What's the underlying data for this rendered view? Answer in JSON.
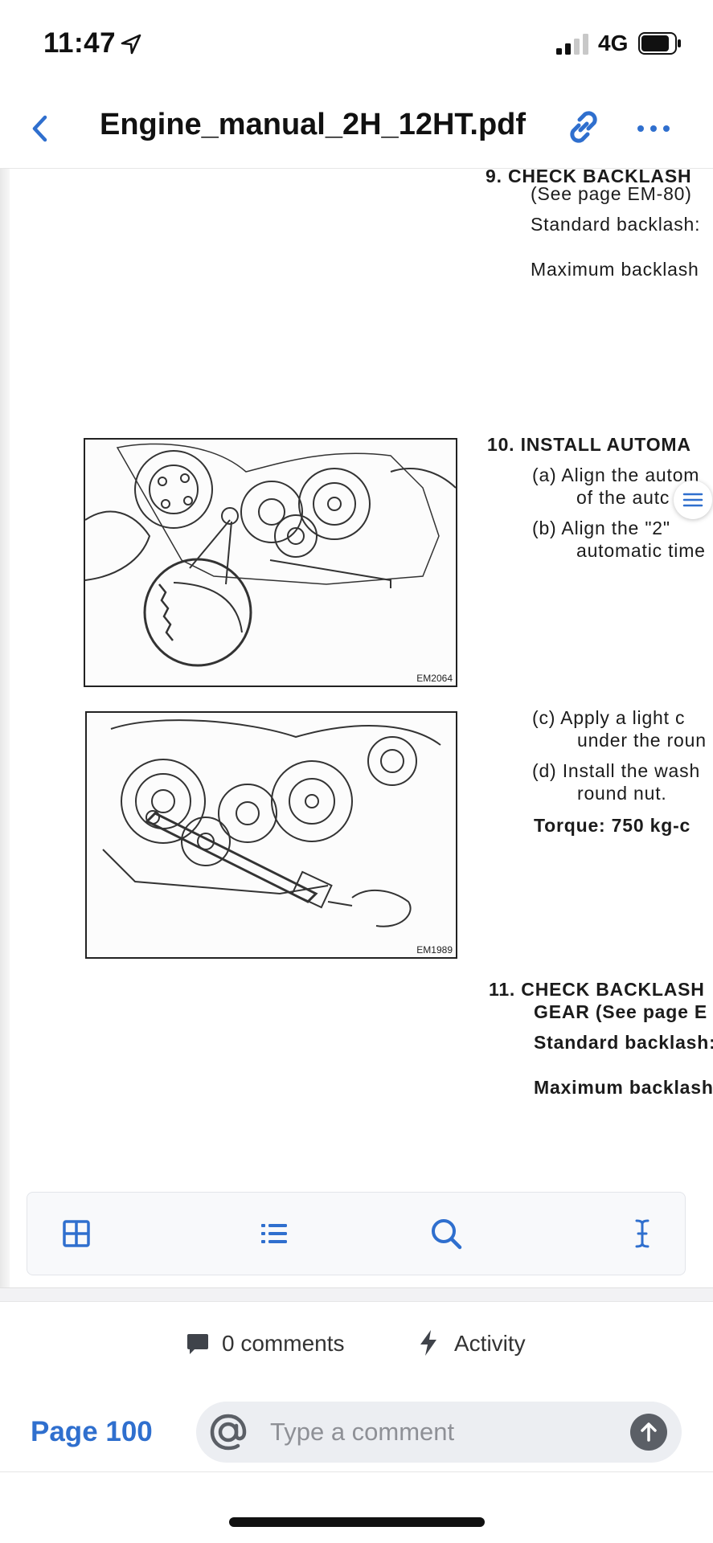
{
  "status_bar": {
    "time": "11:47",
    "network": "4G",
    "icons": [
      "location-arrow-icon",
      "signal-bars-icon",
      "battery-icon"
    ]
  },
  "nav": {
    "title": "Engine_manual_2H_12HT.pdf",
    "icons": [
      "chevron-left-icon",
      "link-icon",
      "more-icon"
    ],
    "accent_color": "#2f6fce"
  },
  "pdf_page": {
    "lines": {
      "l1": "9.   CHECK  BACKLASH",
      "l2": "(See page EM-80)",
      "l3": "Standard backlash:",
      "l4": "Maximum backlash",
      "l5": "10.  INSTALL AUTOMA",
      "l6": "(a)   Align the autom",
      "l7": "of the autc",
      "l8": "(b)   Align  the  \"2\"",
      "l9": "automatic time",
      "l10": "(c)   Apply a light c",
      "l11": "under the roun",
      "l12": "(d)   Install the wash",
      "l13": "round nut.",
      "l14": "Torque:    750 kg-c",
      "l15": "11.  CHECK  BACKLASH",
      "l16": "GEAR (See page E",
      "l17": "Standard backlash:",
      "l18": "Maximum backlash"
    },
    "figures": {
      "fig1_code": "EM2064",
      "fig2_code": "EM1989"
    },
    "outline_icon": "list-lines-icon"
  },
  "viewer_toolbar": {
    "buttons": [
      "grid-icon",
      "list-icon",
      "search-icon",
      "text-cursor-icon"
    ]
  },
  "meta": {
    "comments": "0 comments",
    "activity": "Activity"
  },
  "comment_bar": {
    "page": "Page 100",
    "placeholder": "Type a comment",
    "send_icon": "arrow-up-icon"
  }
}
